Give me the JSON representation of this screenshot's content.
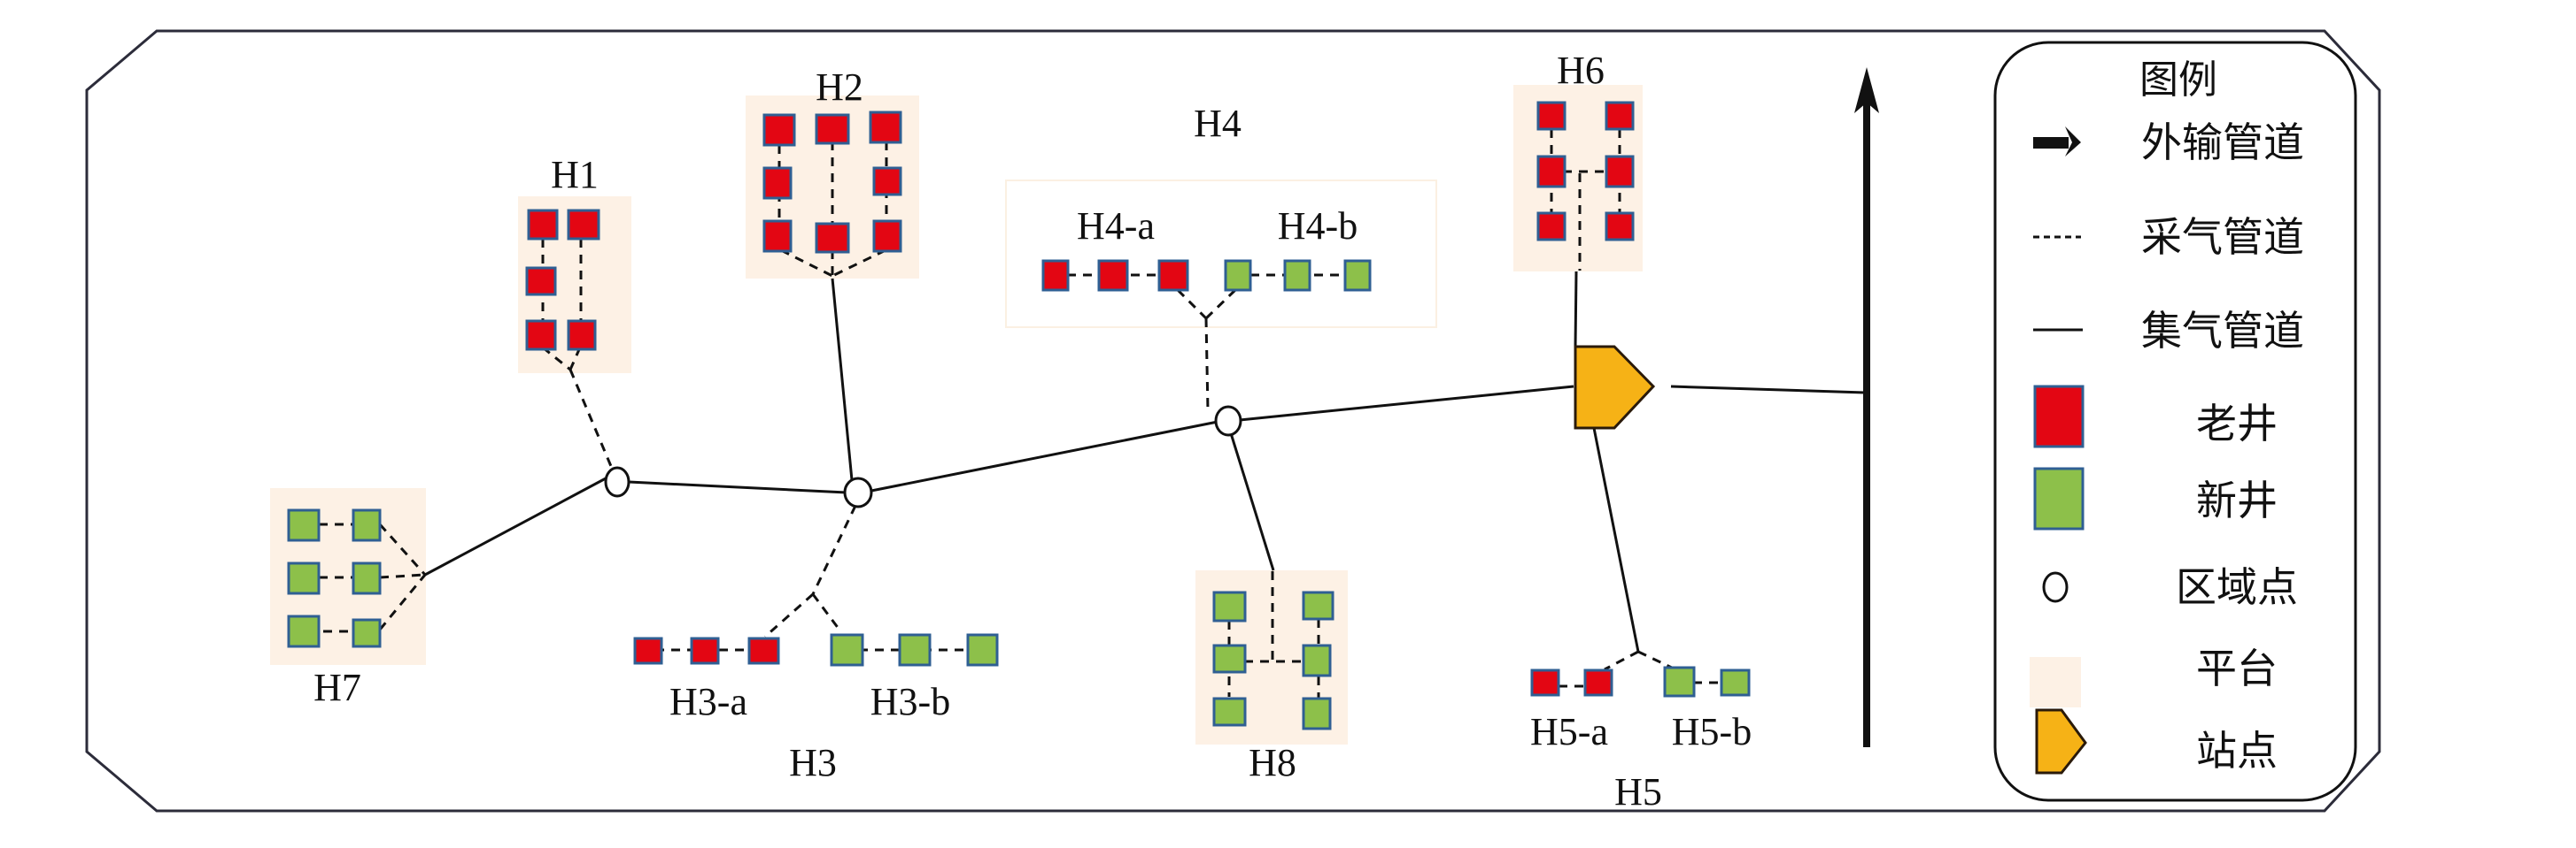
{
  "colors": {
    "old_well": "#e30613",
    "new_well": "#8dc04a",
    "well_border": "#2f5f93",
    "platform": "#fdf1e5",
    "station": "#f6b216",
    "frame": "#2c2c3a",
    "line": "#111111"
  },
  "legend": {
    "title": "图例",
    "items": [
      {
        "key": "export_pipeline",
        "icon": "thick-arrow-icon",
        "label": "外输管道"
      },
      {
        "key": "gathering_line",
        "icon": "dashed-line-icon",
        "label": "采气管道"
      },
      {
        "key": "collection_pipeline",
        "icon": "solid-line-icon",
        "label": "集气管道"
      },
      {
        "key": "old_well",
        "icon": "red-square-icon",
        "label": "老井"
      },
      {
        "key": "new_well",
        "icon": "green-square-icon",
        "label": "新井"
      },
      {
        "key": "regional_node",
        "icon": "circle-icon",
        "label": "区域点"
      },
      {
        "key": "platform",
        "icon": "beige-rect-icon",
        "label": "平台"
      },
      {
        "key": "station",
        "icon": "pentagon-icon",
        "label": "站点"
      }
    ]
  },
  "platforms": {
    "H1": {
      "label": "H1",
      "old_wells": 5,
      "new_wells": 0
    },
    "H2": {
      "label": "H2",
      "old_wells": 8,
      "new_wells": 0
    },
    "H3": {
      "label": "H3",
      "sub": [
        {
          "label": "H3-a",
          "type": "old",
          "wells": 3
        },
        {
          "label": "H3-b",
          "type": "new",
          "wells": 3
        }
      ]
    },
    "H4": {
      "label": "H4",
      "sub": [
        {
          "label": "H4-a",
          "type": "old",
          "wells": 3
        },
        {
          "label": "H4-b",
          "type": "new",
          "wells": 3
        }
      ]
    },
    "H5": {
      "label": "H5",
      "sub": [
        {
          "label": "H5-a",
          "type": "old",
          "wells": 2
        },
        {
          "label": "H5-b",
          "type": "new",
          "wells": 2
        }
      ]
    },
    "H6": {
      "label": "H6",
      "old_wells": 6,
      "new_wells": 0
    },
    "H7": {
      "label": "H7",
      "old_wells": 0,
      "new_wells": 6
    },
    "H8": {
      "label": "H8",
      "old_wells": 0,
      "new_wells": 6
    }
  }
}
